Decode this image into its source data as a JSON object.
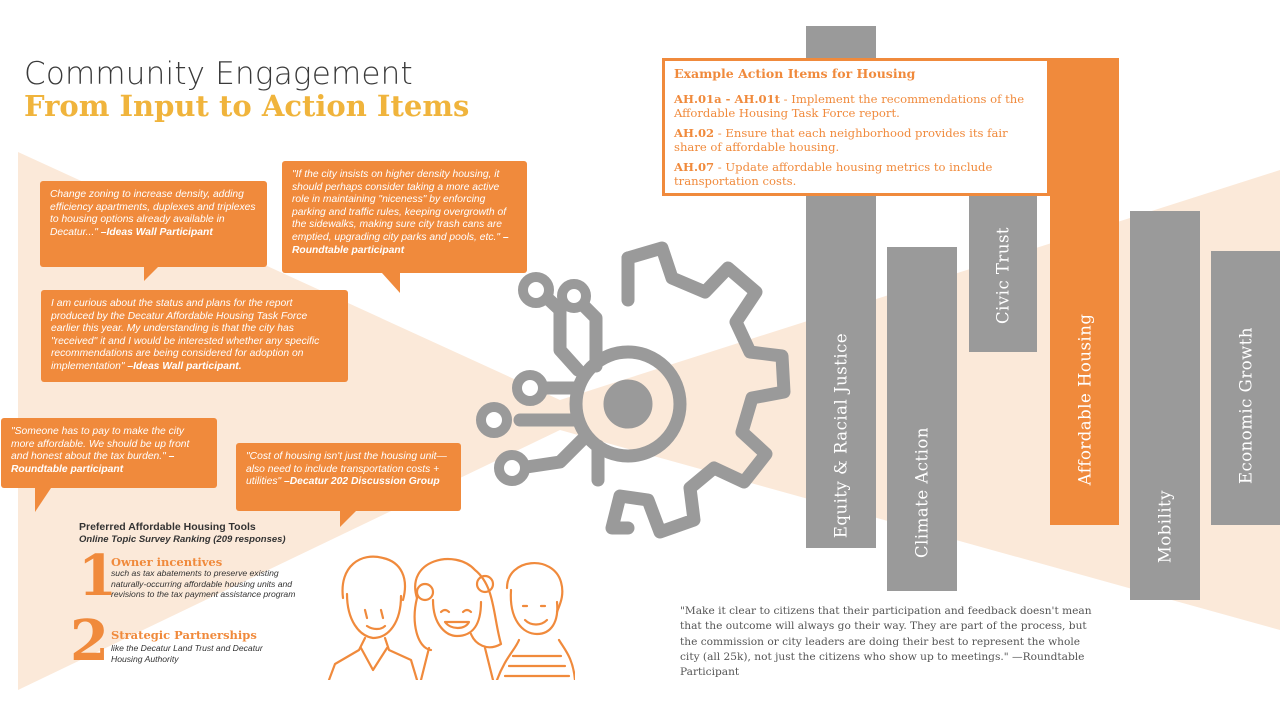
{
  "header": {
    "title_line1": "Community Engagement",
    "title_line2": "From Input to Action Items"
  },
  "quotes": [
    {
      "text": "Change zoning to increase density, adding efficiency apartments, duplexes and triplexes to housing options already available in Decatur...\"",
      "author": " –Ideas Wall Participant"
    },
    {
      "text": "\"If the city insists on higher density housing, it should perhaps consider taking a more active role in maintaining \"niceness\" by enforcing parking and traffic rules, keeping overgrowth of the sidewalks, making sure city trash cans are emptied, upgrading city parks and pools, etc.\"",
      "author": " –Roundtable participant"
    },
    {
      "text": "I am curious about the status and plans for the report produced by the Decatur Affordable Housing Task Force earlier this year. My understanding is that the city has \"received\" it and I would be interested whether any specific recommendations are being considered for adoption on implementation\"",
      "author": " –Ideas Wall participant."
    },
    {
      "text": "\"Someone has to pay to make the city more affordable. We should be up front and honest about the tax burden.\"",
      "author": " –Roundtable participant"
    },
    {
      "text": "\"Cost of housing isn't just the housing unit—also need to include transportation costs + utilities\"",
      "author": " –Decatur 202 Discussion Group"
    }
  ],
  "action_panel": {
    "heading": "Example Action Items for Housing",
    "items": [
      {
        "code": "AH.01a - AH.01t",
        "text": " - Implement the recommendations of the Affordable Housing Task Force report."
      },
      {
        "code": "AH.02",
        "text": " - Ensure that each neighborhood provides its fair share of affordable housing."
      },
      {
        "code": "AH.07",
        "text": " - Update affordable housing metrics to include transportation costs."
      }
    ]
  },
  "pillars": [
    {
      "label": "Equity & Racial Justice",
      "color": "#9a9a9a"
    },
    {
      "label": "Climate Action",
      "color": "#9a9a9a"
    },
    {
      "label": "Civic Trust",
      "color": "#9a9a9a"
    },
    {
      "label": "Affordable Housing",
      "color": "#f08a3c"
    },
    {
      "label": "Mobility",
      "color": "#9a9a9a"
    },
    {
      "label": "Economic Growth",
      "color": "#9a9a9a"
    }
  ],
  "tools": {
    "title": "Preferred Affordable Housing Tools",
    "subtitle": "Online Topic Survey Ranking (209 responses)",
    "rankings": [
      {
        "rank": "1",
        "heading": "Owner incentives",
        "description": "such as tax abatements to preserve existing naturally-occurring affordable housing units and revisions to the tax payment assistance program"
      },
      {
        "rank": "2",
        "heading": "Strategic Partnerships",
        "description": "like the Decatur Land Trust and Decatur Housing Authority"
      }
    ]
  },
  "bottom_quote": {
    "text": "\"Make it clear to citizens that their participation and feedback doesn't mean that the outcome will always go their way. They are part of the process, but the commission or city leaders are doing their best to represent the whole city (all 25k), not just the citizens who show up to meetings.\" —Roundtable Participant"
  },
  "colors": {
    "orange": "#f08a3c",
    "yellow": "#f0b43c",
    "gray": "#9a9a9a",
    "cream": "#fbe9d9"
  },
  "icons": {
    "gear": "gear-circuit-icon",
    "people": "people-illustration"
  }
}
